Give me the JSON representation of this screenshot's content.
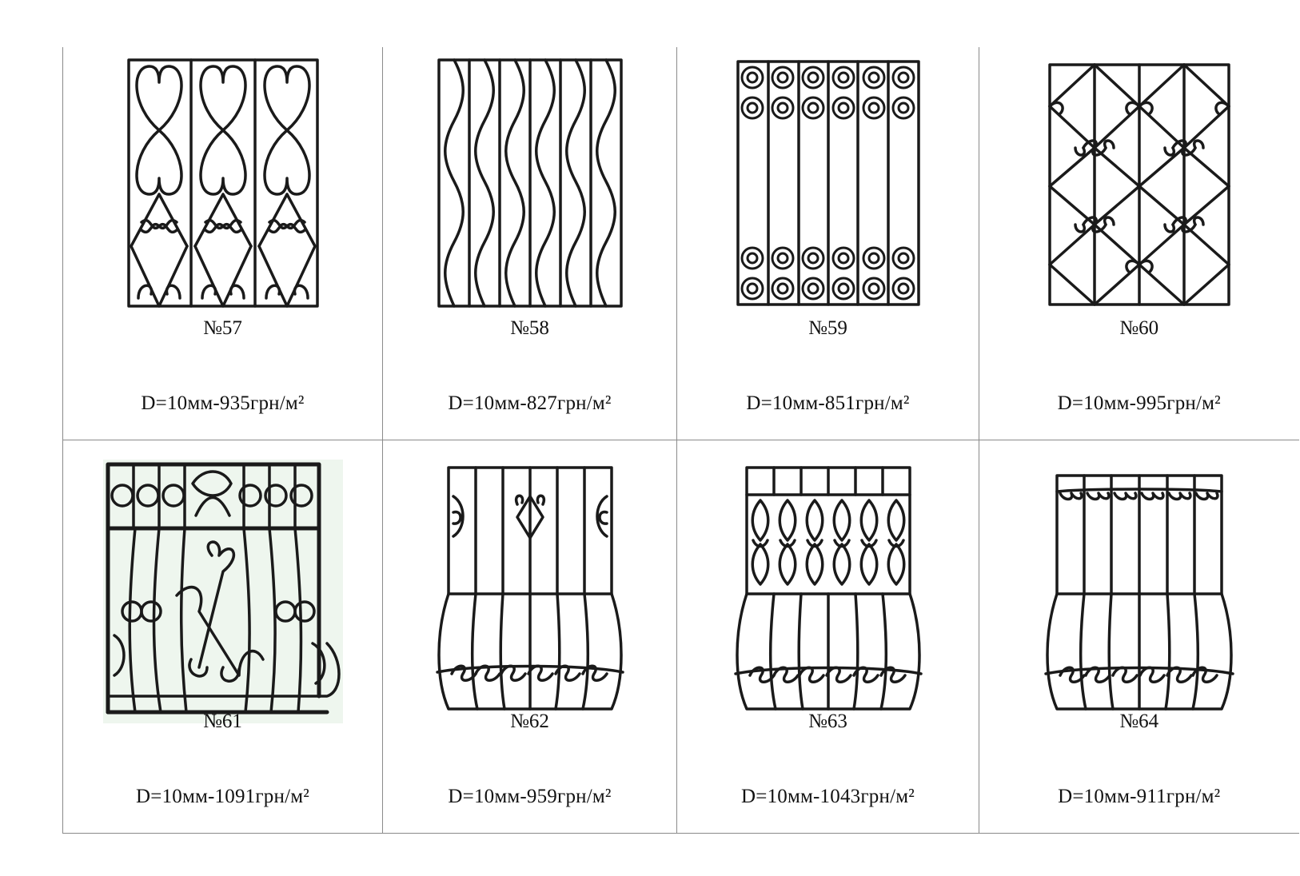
{
  "items": [
    {
      "number": "№57",
      "price": "D=10мм-935грн/м²",
      "design": "heart-scroll-grille"
    },
    {
      "number": "№58",
      "price": "D=10мм-827грн/м²",
      "design": "wave-bar-grille"
    },
    {
      "number": "№59",
      "price": "D=10мм-851грн/м²",
      "design": "spiral-band-grille"
    },
    {
      "number": "№60",
      "price": "D=10мм-995грн/м²",
      "design": "diamond-scroll-grille"
    },
    {
      "number": "№61",
      "price": "D=10мм-1091грн/м²",
      "design": "convex-ring-grille"
    },
    {
      "number": "№62",
      "price": "D=10мм-959грн/м²",
      "design": "convex-scroll-grille"
    },
    {
      "number": "№63",
      "price": "D=10мм-1043грн/м²",
      "design": "convex-lace-grille"
    },
    {
      "number": "№64",
      "price": "D=10мм-911грн/м²",
      "design": "convex-simple-grille"
    }
  ]
}
